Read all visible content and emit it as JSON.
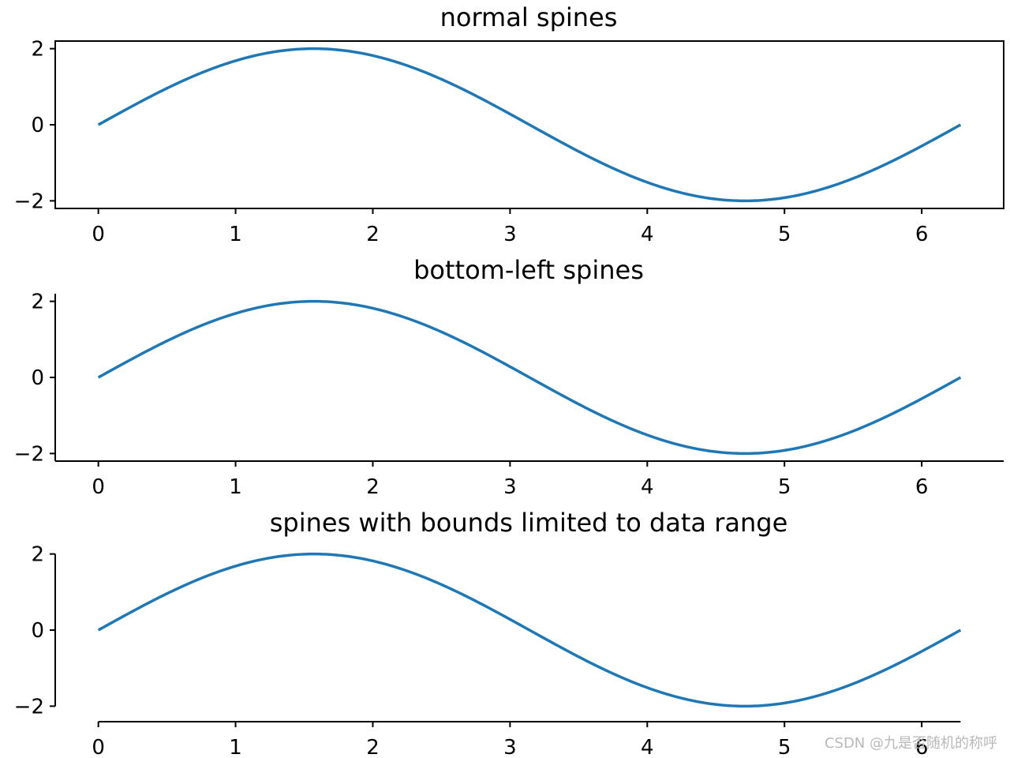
{
  "chart_data": [
    {
      "type": "line",
      "title": "normal spines",
      "spines": "all four",
      "function": "2*sin(x)",
      "x": [
        0,
        0.3307,
        0.6614,
        0.9921,
        1.3228,
        1.5708,
        1.9842,
        2.3149,
        2.6456,
        2.9763,
        3.307,
        3.6377,
        3.9684,
        4.2991,
        4.6298,
        4.7124,
        4.9605,
        5.2912,
        5.6219,
        5.9526,
        6.2832
      ],
      "y": [
        0,
        0.6494,
        1.2285,
        1.6734,
        1.9309,
        2.0,
        1.8312,
        1.4737,
        0.9534,
        0.3296,
        -0.3296,
        -0.9534,
        -1.4737,
        -1.8312,
        -1.9945,
        -2.0,
        -1.9309,
        -1.6734,
        -1.2285,
        -0.6494,
        0
      ],
      "series": [
        {
          "color": "#1f77b4"
        }
      ],
      "xlim": [
        -0.3142,
        6.5973
      ],
      "ylim": [
        -2.2,
        2.2
      ],
      "xticks": [
        0,
        1,
        2,
        3,
        4,
        5,
        6
      ],
      "xtick_labels": [
        "0",
        "1",
        "2",
        "3",
        "4",
        "5",
        "6"
      ],
      "yticks": [
        -2,
        0,
        2
      ],
      "ytick_labels": [
        "−2",
        "0",
        "2"
      ],
      "grid": false
    },
    {
      "type": "line",
      "title": "bottom-left spines",
      "spines": "bottom and left only",
      "function": "2*sin(x)",
      "x": [
        0,
        0.3307,
        0.6614,
        0.9921,
        1.3228,
        1.5708,
        1.9842,
        2.3149,
        2.6456,
        2.9763,
        3.307,
        3.6377,
        3.9684,
        4.2991,
        4.6298,
        4.7124,
        4.9605,
        5.2912,
        5.6219,
        5.9526,
        6.2832
      ],
      "y": [
        0,
        0.6494,
        1.2285,
        1.6734,
        1.9309,
        2.0,
        1.8312,
        1.4737,
        0.9534,
        0.3296,
        -0.3296,
        -0.9534,
        -1.4737,
        -1.8312,
        -1.9945,
        -2.0,
        -1.9309,
        -1.6734,
        -1.2285,
        -0.6494,
        0
      ],
      "series": [
        {
          "color": "#1f77b4"
        }
      ],
      "xlim": [
        -0.3142,
        6.5973
      ],
      "ylim": [
        -2.2,
        2.2
      ],
      "xticks": [
        0,
        1,
        2,
        3,
        4,
        5,
        6
      ],
      "xtick_labels": [
        "0",
        "1",
        "2",
        "3",
        "4",
        "5",
        "6"
      ],
      "yticks": [
        -2,
        0,
        2
      ],
      "ytick_labels": [
        "−2",
        "0",
        "2"
      ],
      "grid": false
    },
    {
      "type": "line",
      "title": "spines with bounds limited to data range",
      "spines": "bottom and left, bounded to data range",
      "function": "2*sin(x)",
      "x": [
        0,
        0.3307,
        0.6614,
        0.9921,
        1.3228,
        1.5708,
        1.9842,
        2.3149,
        2.6456,
        2.9763,
        3.307,
        3.6377,
        3.9684,
        4.2991,
        4.6298,
        4.7124,
        4.9605,
        5.2912,
        5.6219,
        5.9526,
        6.2832
      ],
      "y": [
        0,
        0.6494,
        1.2285,
        1.6734,
        1.9309,
        2.0,
        1.8312,
        1.4737,
        0.9534,
        0.3296,
        -0.3296,
        -0.9534,
        -1.4737,
        -1.8312,
        -1.9945,
        -2.0,
        -1.9309,
        -1.6734,
        -1.2285,
        -0.6494,
        0
      ],
      "series": [
        {
          "color": "#1f77b4"
        }
      ],
      "xlim": [
        -0.3142,
        6.5973
      ],
      "ylim": [
        -2.2,
        2.2
      ],
      "xbounds": [
        0,
        6.2832
      ],
      "ybounds": [
        -2,
        2
      ],
      "xticks": [
        0,
        1,
        2,
        3,
        4,
        5,
        6
      ],
      "xtick_labels": [
        "0",
        "1",
        "2",
        "3",
        "4",
        "5",
        "6"
      ],
      "yticks": [
        -2,
        0,
        2
      ],
      "ytick_labels": [
        "−2",
        "0",
        "2"
      ],
      "grid": false
    }
  ],
  "watermark": "CSDN @九是否随机的称呼"
}
